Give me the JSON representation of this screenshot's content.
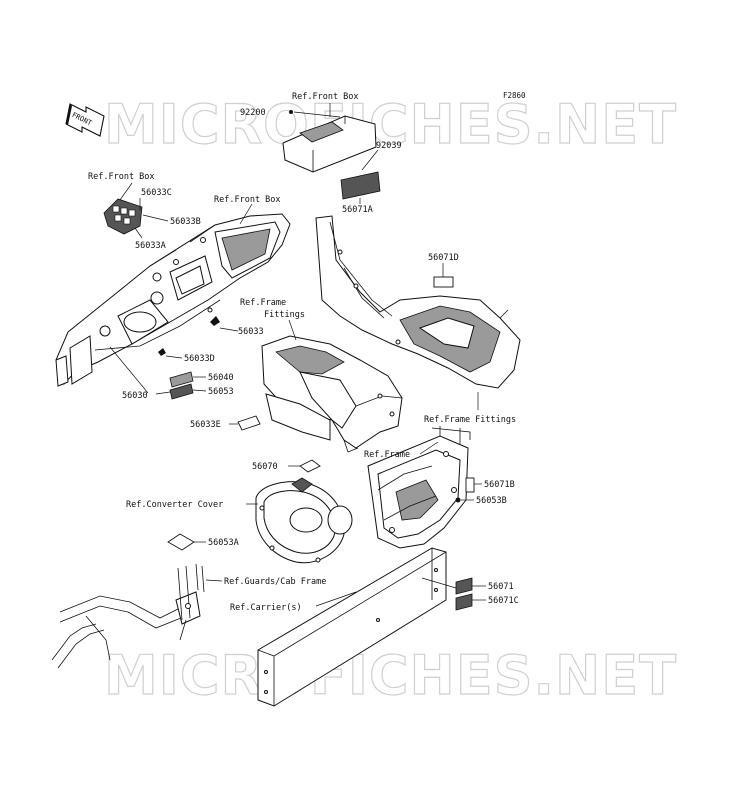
{
  "diagram": {
    "figure_code": "F2860",
    "watermark": "MICROFICHES.NET",
    "front_arrow_text": "FRONT",
    "labels": {
      "ref_front_box_top": "Ref.Front Box",
      "p92200": "92200",
      "p92039": "92039",
      "p56071A": "56071A",
      "ref_front_box_left": "Ref.Front Box",
      "p56033C": "56033C",
      "p56033B": "56033B",
      "p56033A": "56033A",
      "ref_front_box_mid": "Ref.Front Box",
      "p56071D": "56071D",
      "ref_frame_fittings_mid_1": "Ref.Frame",
      "ref_frame_fittings_mid_2": "Fittings",
      "p56033": "56033",
      "p56033D": "56033D",
      "p56040": "56040",
      "p56030": "56030",
      "p56053": "56053",
      "ref_frame_fittings_right": "Ref.Frame Fittings",
      "p56033E": "56033E",
      "ref_frame": "Ref.Frame",
      "p56070": "56070",
      "p56071B": "56071B",
      "p56053B": "56053B",
      "ref_converter_cover": "Ref.Converter Cover",
      "p56053A": "56053A",
      "ref_guards_cab_frame": "Ref.Guards/Cab Frame",
      "p56071": "56071",
      "p56071C": "56071C",
      "ref_carriers": "Ref.Carrier(s)"
    }
  }
}
